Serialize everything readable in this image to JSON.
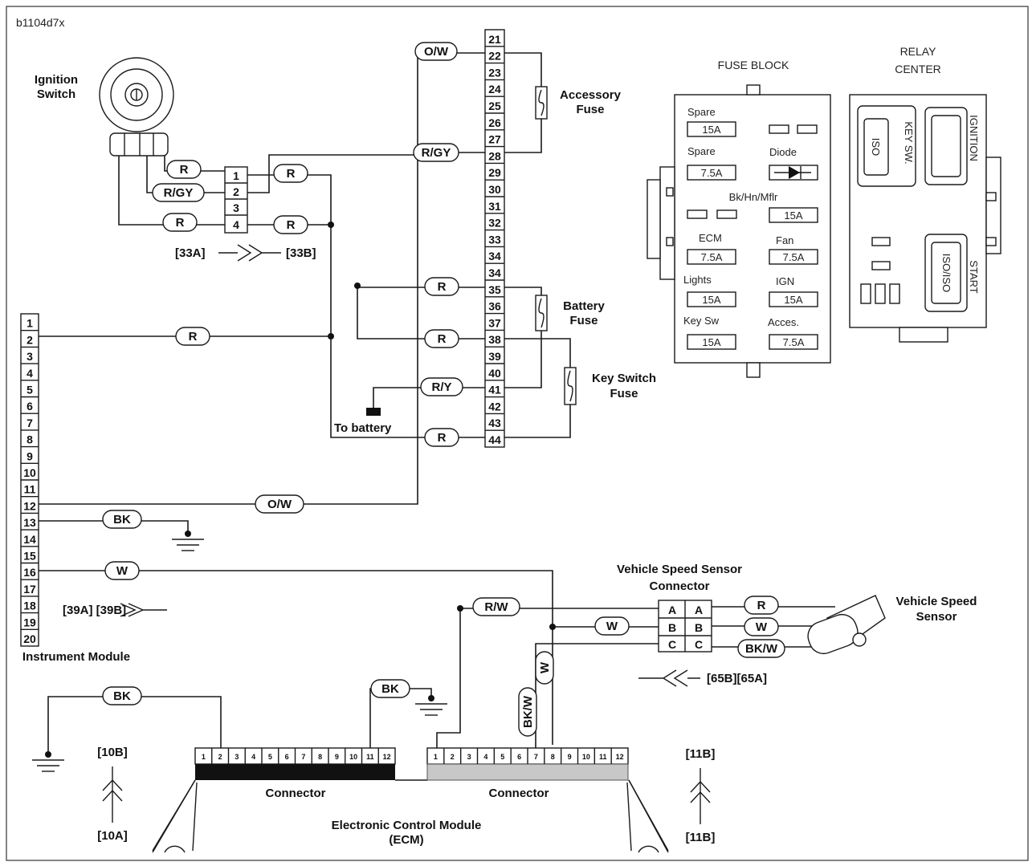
{
  "figure_id": "b1104d7x",
  "ignition_switch": {
    "label1": "Ignition",
    "label2": "Switch"
  },
  "connector_33": {
    "left": "[33A]",
    "right": "[33B]",
    "pins": [
      "1",
      "2",
      "3",
      "4"
    ]
  },
  "fuse_pins": [
    "21",
    "22",
    "23",
    "24",
    "25",
    "26",
    "27",
    "28",
    "29",
    "30",
    "31",
    "32",
    "33",
    "34",
    "34",
    "35",
    "36",
    "37",
    "38",
    "39",
    "40",
    "41",
    "42",
    "43",
    "44"
  ],
  "instrument_module": {
    "label": "Instrument Module",
    "pins": [
      "1",
      "2",
      "3",
      "4",
      "5",
      "6",
      "7",
      "8",
      "9",
      "10",
      "11",
      "12",
      "13",
      "14",
      "15",
      "16",
      "17",
      "18",
      "19",
      "20"
    ]
  },
  "wire_colors": {
    "ow": "O/W",
    "rgy": "R/GY",
    "r": "R",
    "ry": "R/Y",
    "bk": "BK",
    "w": "W",
    "rw": "R/W",
    "bkw": "BK/W"
  },
  "fuses": {
    "accessory1": "Accessory",
    "accessory2": "Fuse",
    "battery1": "Battery",
    "battery2": "Fuse",
    "keyswitch1": "Key Switch",
    "keyswitch2": "Fuse"
  },
  "to_battery": "To battery",
  "connector_39": "[39A] [39B]",
  "fuse_block": {
    "title": "FUSE BLOCK",
    "spare1": "Spare",
    "spare1_val": "15A",
    "spare2": "Spare",
    "spare2_val": "7.5A",
    "diode": "Diode",
    "bkhn": "Bk/Hn/Mflr",
    "bkhn_val": "15A",
    "ecm": "ECM",
    "ecm_val": "7.5A",
    "fan": "Fan",
    "fan_val": "7.5A",
    "lights": "Lights",
    "lights_val": "15A",
    "ign": "IGN",
    "ign_val": "15A",
    "keysw": "Key Sw",
    "keysw_val": "15A",
    "acces": "Acces.",
    "acces_val": "7.5A"
  },
  "relay_center": {
    "title1": "RELAY",
    "title2": "CENTER",
    "iso": "ISO",
    "keysw": "KEY SW.",
    "ignition": "IGNITION",
    "isoiso": "ISO/ISO",
    "start": "START"
  },
  "vss_connector": {
    "label1": "Vehicle Speed Sensor",
    "label2": "Connector",
    "pins": [
      "A",
      "B",
      "C"
    ],
    "ref": "[65B][65A]"
  },
  "vss": {
    "label1": "Vehicle Speed",
    "label2": "Sensor"
  },
  "ecm": {
    "label1": "Electronic Control Module",
    "label2": "(ECM)",
    "connector": "Connector",
    "pins": [
      "1",
      "2",
      "3",
      "4",
      "5",
      "6",
      "7",
      "8",
      "9",
      "10",
      "11",
      "12"
    ],
    "ref10b": "[10B]",
    "ref10a": "[10A]",
    "ref11b_top": "[11B]",
    "ref11b_bottom": "[11B]"
  }
}
